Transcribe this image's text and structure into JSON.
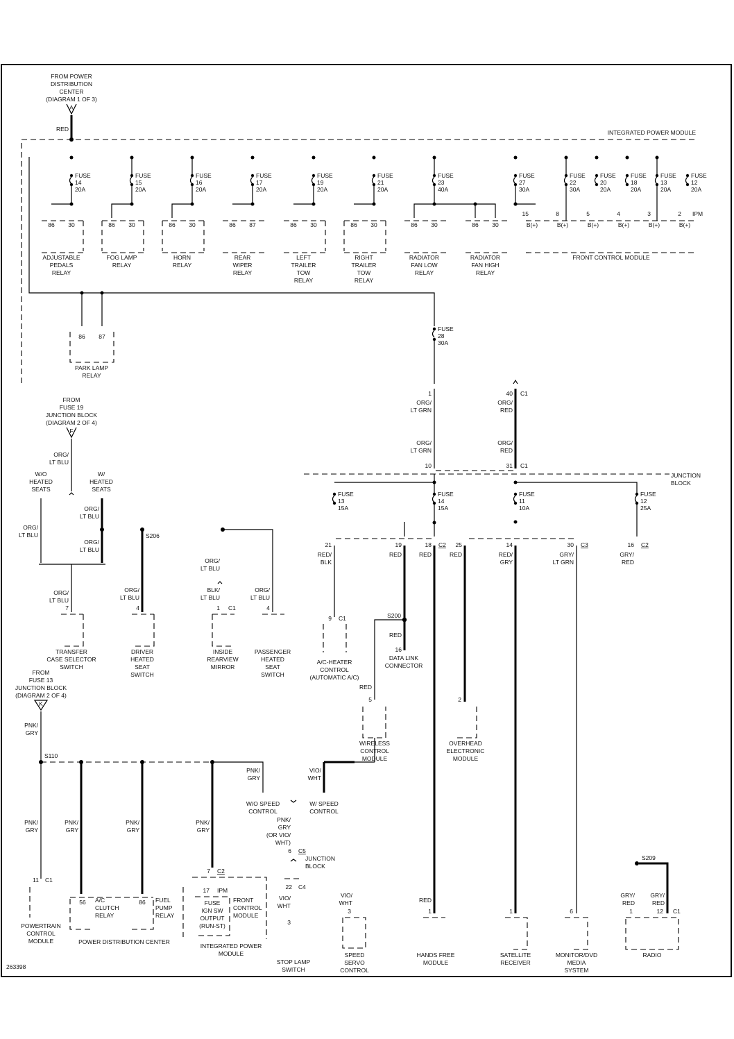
{
  "diagram_id": "263398",
  "top_source": {
    "lines": [
      "FROM POWER",
      "DISTRIBUTION",
      "CENTER",
      "(DIAGRAM 1 OF 3)"
    ],
    "connector": "A",
    "wire_color": "RED"
  },
  "ipm_label": "INTEGRATED POWER MODULE",
  "ipm_fuses": [
    {
      "name": "FUSE",
      "num": "14",
      "amp": "20A"
    },
    {
      "name": "FUSE",
      "num": "15",
      "amp": "20A"
    },
    {
      "name": "FUSE",
      "num": "16",
      "amp": "20A"
    },
    {
      "name": "FUSE",
      "num": "17",
      "amp": "20A"
    },
    {
      "name": "FUSE",
      "num": "19",
      "amp": "20A"
    },
    {
      "name": "FUSE",
      "num": "21",
      "amp": "20A"
    },
    {
      "name": "FUSE",
      "num": "23",
      "amp": "40A"
    },
    {
      "name": "FUSE",
      "num": "27",
      "amp": "30A"
    },
    {
      "name": "FUSE",
      "num": "22",
      "amp": "30A"
    },
    {
      "name": "FUSE",
      "num": "20",
      "amp": "20A"
    },
    {
      "name": "FUSE",
      "num": "18",
      "amp": "20A"
    },
    {
      "name": "FUSE",
      "num": "13",
      "amp": "20A"
    },
    {
      "name": "FUSE",
      "num": "12",
      "amp": "20A"
    }
  ],
  "relays": [
    {
      "pins": [
        "86",
        "30"
      ],
      "label": [
        "ADJUSTABLE",
        "PEDALS",
        "RELAY"
      ]
    },
    {
      "pins": [
        "86",
        "30"
      ],
      "label": [
        "FOG LAMP",
        "RELAY"
      ]
    },
    {
      "pins": [
        "86",
        "30"
      ],
      "label": [
        "HORN",
        "RELAY"
      ]
    },
    {
      "pins": [
        "86",
        "87"
      ],
      "label": [
        "REAR",
        "WIPER",
        "RELAY"
      ]
    },
    {
      "pins": [
        "86",
        "30"
      ],
      "label": [
        "LEFT",
        "TRAILER",
        "TOW",
        "RELAY"
      ]
    },
    {
      "pins": [
        "86",
        "30"
      ],
      "label": [
        "RIGHT",
        "TRAILER",
        "TOW",
        "RELAY"
      ]
    },
    {
      "pins": [
        "86",
        "30"
      ],
      "label": [
        "RADIATOR",
        "FAN LOW",
        "RELAY"
      ]
    },
    {
      "pins": [
        "86",
        "30"
      ],
      "label": [
        "RADIATOR",
        "FAN HIGH",
        "RELAY"
      ]
    }
  ],
  "fcm": {
    "pins": [
      "15",
      "8",
      "5",
      "4",
      "3",
      "2"
    ],
    "pin_label": "B(+)",
    "connector": "IPM",
    "label": "FRONT CONTROL MODULE"
  },
  "park_lamp_relay": {
    "pins": [
      "86",
      "87"
    ],
    "label": [
      "PARK LAMP",
      "RELAY"
    ]
  },
  "fuse28": {
    "name": "FUSE",
    "num": "28",
    "amp": "30A"
  },
  "jb_feed": [
    {
      "pin_top": "1",
      "color_top": [
        "ORG/",
        "LT GRN"
      ],
      "color_bot": [
        "ORG/",
        "LT GRN"
      ],
      "pin_bot": "10"
    },
    {
      "pin_top": "40",
      "conn": "C1",
      "color_top": [
        "ORG/",
        "RED"
      ],
      "color_bot": [
        "ORG/",
        "RED"
      ],
      "pin_bot": "31",
      "conn_bot": "C1"
    }
  ],
  "junction_block_label": [
    "JUNCTION",
    "BLOCK"
  ],
  "jb_fuses": [
    {
      "name": "FUSE",
      "num": "13",
      "amp": "15A"
    },
    {
      "name": "FUSE",
      "num": "14",
      "amp": "15A"
    },
    {
      "name": "FUSE",
      "num": "11",
      "amp": "10A"
    },
    {
      "name": "FUSE",
      "num": "12",
      "amp": "25A"
    }
  ],
  "jb_outputs": [
    {
      "pin": "21",
      "color": [
        "RED/",
        "BLK"
      ]
    },
    {
      "pin": "19",
      "color": [
        "RED"
      ]
    },
    {
      "pin": "18",
      "color": [
        "RED"
      ],
      "conn": "C2"
    },
    {
      "pin": "25",
      "color": [
        "RED"
      ]
    },
    {
      "pin": "14",
      "color": [
        "RED/",
        "GRY"
      ]
    },
    {
      "pin": "30",
      "color": [
        "GRY/",
        "LT GRN"
      ],
      "conn": "C3"
    },
    {
      "pin": "16",
      "color": [
        "GRY/",
        "RED"
      ],
      "conn": "C2"
    }
  ],
  "heated_seat_source": {
    "lines": [
      "FROM",
      "FUSE 19",
      "JUNCTION BLOCK",
      "(DIAGRAM 2 OF 4)"
    ],
    "connector": "F",
    "wire_color": [
      "ORG/",
      "LT BLU"
    ],
    "wo_label": [
      "W/O",
      "HEATED",
      "SEATS"
    ],
    "w_label": [
      "W/",
      "HEATED",
      "SEATS"
    ]
  },
  "seat_wires": {
    "wo_color": [
      "ORG/",
      "LT BLU"
    ],
    "w_color_top": [
      "ORG/",
      "LT BLU"
    ],
    "w_color_bot": [
      "ORG/",
      "LT BLU"
    ],
    "splice": "S206",
    "mirror_color_top": [
      "ORG/",
      "LT BLU"
    ],
    "mirror_color_bot": [
      "BLK/",
      "LT BLU"
    ],
    "pass_color": [
      "ORG/",
      "LT BLU"
    ],
    "transfer_color": [
      "ORG/",
      "LT BLU"
    ],
    "driver_color": [
      "ORG/",
      "LT BLU"
    ]
  },
  "upper_components": [
    {
      "pin": "7",
      "label": [
        "TRANSFER",
        "CASE SELECTOR",
        "SWITCH"
      ]
    },
    {
      "pin": "4",
      "label": [
        "DRIVER",
        "HEATED",
        "SEAT",
        "SWITCH"
      ]
    },
    {
      "pin": "1",
      "conn": "C1",
      "label": [
        "INSIDE",
        "REARVIEW",
        "MIRROR"
      ]
    },
    {
      "pin": "4",
      "label": [
        "PASSENGER",
        "HEATED",
        "SEAT",
        "SWITCH"
      ]
    }
  ],
  "ac_heater": {
    "pin": "9",
    "conn": "C1",
    "label": [
      "A/C-HEATER",
      "CONTROL",
      "(AUTOMATIC A/C)"
    ]
  },
  "splice_s200": "S200",
  "data_link": {
    "color": "RED",
    "pin": "16",
    "label": [
      "DATA LINK",
      "CONNECTOR"
    ]
  },
  "wireless": {
    "color": "RED",
    "pin": "5",
    "label": [
      "WIRELESS",
      "CONTROL",
      "MODULE"
    ]
  },
  "overhead": {
    "pin": "2",
    "label": [
      "OVERHEAD",
      "ELECTRONIC",
      "MODULE"
    ]
  },
  "lower_source": {
    "lines": [
      "FROM",
      "FUSE 13",
      "JUNCTION BLOCK",
      "(DIAGRAM 2 OF 4)"
    ],
    "connector": "K",
    "wire_color": [
      "PNK/",
      "GRY"
    ],
    "splice": "S110"
  },
  "pnk_gry": [
    "PNK/",
    "GRY"
  ],
  "speed_control": {
    "wo_color": [
      "PNK/",
      "GRY"
    ],
    "w_color": [
      "VIO/",
      "WHT"
    ],
    "wo_label": [
      "W/O SPEED",
      "CONTROL"
    ],
    "w_label": [
      "W/ SPEED",
      "CONTROL"
    ],
    "combined_color": [
      "PNK/",
      "GRY",
      "(OR VIO/",
      "WHT)"
    ],
    "jb_pin": "6",
    "jb_conn": "C5",
    "jb_label": [
      "JUNCTION",
      "BLOCK"
    ],
    "c4_pin": "22",
    "c4_conn": "C4",
    "stop_color": [
      "VIO/",
      "WHT"
    ],
    "stop_pin": "3",
    "stop_label": [
      "STOP LAMP",
      "SWITCH"
    ],
    "servo_color": [
      "VIO/",
      "WHT"
    ],
    "servo_pin": "3",
    "servo_label": [
      "SPEED",
      "SERVO",
      "CONTROL"
    ]
  },
  "pcm": {
    "pin": "11",
    "conn": "C1",
    "label": [
      "POWERTRAIN",
      "CONTROL",
      "MODULE"
    ]
  },
  "pdc": {
    "ac_pin": "56",
    "ac_label": [
      "A/C",
      "CLUTCH",
      "RELAY"
    ],
    "fuel_pin": "86",
    "fuel_label": [
      "FUEL",
      "PUMP",
      "RELAY"
    ],
    "label": "POWER DISTRIBUTION CENTER"
  },
  "ipm_lower": {
    "pin": "7",
    "conn": "C2",
    "inner_pin": "17",
    "inner_conn": "IPM",
    "inner_label": [
      "FUSE",
      "IGN SW",
      "OUTPUT",
      "(RUN-ST)"
    ],
    "fcm_label": [
      "FRONT",
      "CONTROL",
      "MODULE"
    ],
    "label": [
      "INTEGRATED POWER",
      "MODULE"
    ]
  },
  "hands_free": {
    "color": "RED",
    "pin": "1",
    "label": [
      "HANDS FREE",
      "MODULE"
    ]
  },
  "satellite": {
    "pin": "1",
    "label": [
      "SATELLITE",
      "RECEIVER"
    ]
  },
  "monitor_dvd": {
    "pin": "6",
    "label": [
      "MONITOR/DVD",
      "MEDIA",
      "SYSTEM"
    ]
  },
  "radio": {
    "splice": "S209",
    "color1": [
      "GRY/",
      "RED"
    ],
    "pin1": "1",
    "color2": [
      "GRY/",
      "RED"
    ],
    "pin2": "12",
    "conn": "C1",
    "label": "RADIO"
  }
}
